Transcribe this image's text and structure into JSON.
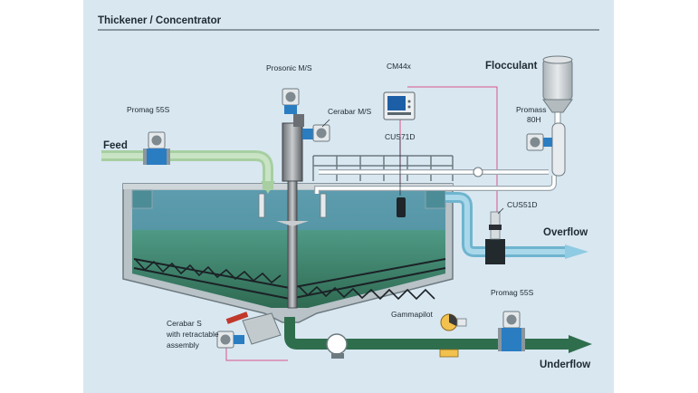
{
  "title": "Thickener / Concentrator",
  "labels": {
    "feed": "Feed",
    "overflow": "Overflow",
    "underflow": "Underflow",
    "flocculant": "Flocculant",
    "promag_left": "Promag 55S",
    "promag_right": "Promag 55S",
    "prosonic": "Prosonic M/S",
    "cerabar_m": "Cerabar M/S",
    "cm44x": "CM44x",
    "cus71d": "CUS71D",
    "cus51d": "CUS51D",
    "promass_line1": "Promass",
    "promass_line2": "80H",
    "gammapilot": "Gammapilot",
    "cerabar_s_line1": "Cerabar S",
    "cerabar_s_line2": "with retractable",
    "cerabar_s_line3": "assembly"
  },
  "colors": {
    "background": "#d9e7f1",
    "clear_water": "#5f9fb0",
    "sludge": "#3f7f6b",
    "pipe_green": "#2f6e4c",
    "pipe_blue": "#7fc3dc",
    "signal_line": "#d9568a"
  }
}
